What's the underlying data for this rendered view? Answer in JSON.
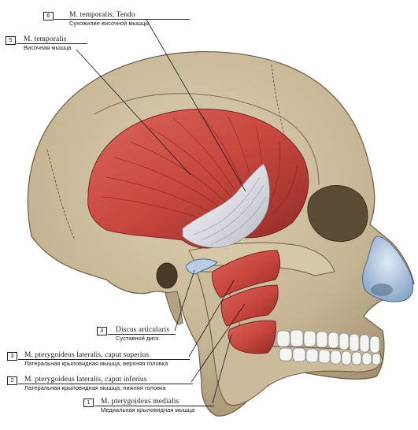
{
  "labels": [
    {
      "number": "6",
      "latin": "M. temporalis; Tendo",
      "russian": "Сухожилие височной мышцы"
    },
    {
      "number": "5",
      "latin": "M. temporalis",
      "russian": "Височная мышца"
    },
    {
      "number": "4",
      "latin": "Discus articularis",
      "russian": "Суставной диск"
    },
    {
      "number": "3",
      "latin": "M. pterygoideus lateralis, caput superius",
      "russian": "Латеральная крыловидная мышца, верхняя головка"
    },
    {
      "number": "2",
      "latin": "M. pterygoideus lateralis, caput inferius",
      "russian": "Латеральная крыловидная мышца, нижняя головка"
    },
    {
      "number": "1",
      "latin": "M. pterygoideus medialis",
      "russian": "Медиальная крыловидная мышца"
    }
  ],
  "colors": {
    "bone": "#c9b99a",
    "bone_shadow": "#9e8c6e",
    "muscle": "#c8473f",
    "muscle_dark": "#9a2b28",
    "tendon": "#eeeef2",
    "cartilage": "#b9cde3",
    "teeth": "#f4f4f2"
  }
}
